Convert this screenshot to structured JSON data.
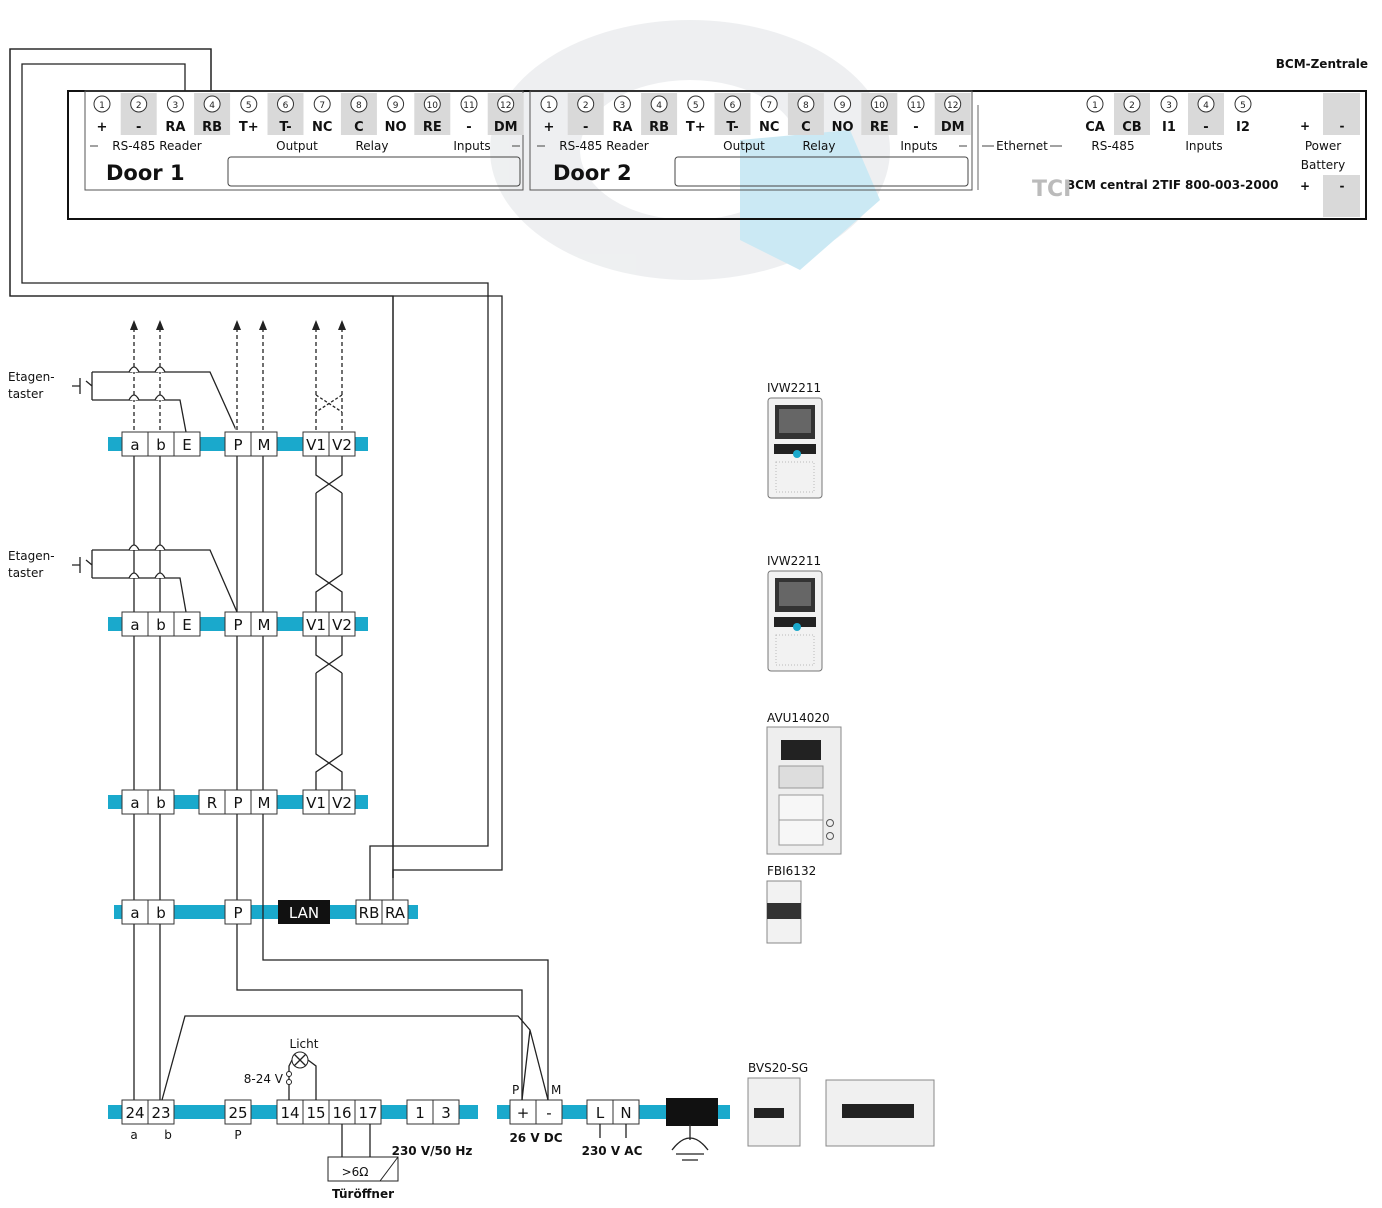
{
  "central": {
    "title": "BCM-Zentrale",
    "model": "BCM central 2TIF",
    "article_no": "800-003-2000",
    "door1_name": "Door 1",
    "door2_name": "Door 2",
    "door_terminal_numbers": [
      "1",
      "2",
      "3",
      "4",
      "5",
      "6",
      "7",
      "8",
      "9",
      "10",
      "11",
      "12"
    ],
    "door_terminal_labels": [
      "+",
      "-",
      "RA",
      "RB",
      "T+",
      "T-",
      "NC",
      "C",
      "NO",
      "RE",
      "-",
      "DM"
    ],
    "door_group_labels": [
      "RS-485 Reader",
      "Output",
      "Relay",
      "Inputs"
    ],
    "ethernet_label": "Ethernet",
    "central_terminal_numbers": [
      "1",
      "2",
      "3",
      "4",
      "5"
    ],
    "central_terminal_labels": [
      "CA",
      "CB",
      "I1",
      "-",
      "I2"
    ],
    "central_group_labels": [
      "RS-485",
      "Inputs"
    ],
    "power_label": "Power",
    "battery_label": "Battery",
    "power_terms": [
      "+",
      "-"
    ],
    "battery_terms": [
      "+",
      "-"
    ]
  },
  "switches": {
    "label_line1": "Etagen-",
    "label_line2": "taster"
  },
  "rails": {
    "row1": [
      "a",
      "b",
      "E",
      "P",
      "M",
      "V1",
      "V2"
    ],
    "row2": [
      "a",
      "b",
      "E",
      "P",
      "M",
      "V1",
      "V2"
    ],
    "row3": [
      "a",
      "b",
      "R",
      "P",
      "M",
      "V1",
      "V2"
    ],
    "row4": [
      "a",
      "b",
      "P",
      "LAN",
      "RB",
      "RA"
    ],
    "bottom": [
      "24",
      "23",
      "25",
      "14",
      "15",
      "16",
      "17",
      "1",
      "3"
    ],
    "bottom_sub": [
      "a",
      "b",
      "P"
    ],
    "mains_label": "230 V/50 Hz",
    "light_label": "Licht",
    "light_voltage": "8-24 V",
    "door_opener_label": "Türöffner",
    "door_opener_spec": ">6Ω"
  },
  "power_supply": {
    "terms": [
      "+",
      "-",
      "L",
      "N"
    ],
    "p_label": "P",
    "m_label": "M",
    "dc_label": "26 V DC",
    "ac_label": "230 V AC"
  },
  "devices": {
    "monitor1": "IVW2211",
    "monitor2": "IVW2211",
    "door_station": "AVU14020",
    "module": "FBI6132",
    "psu": "BVS20-SG"
  },
  "colors": {
    "bus": "#1aa9cc",
    "terminal_gray": "#d9d9d9",
    "lan_bg": "#111111"
  }
}
